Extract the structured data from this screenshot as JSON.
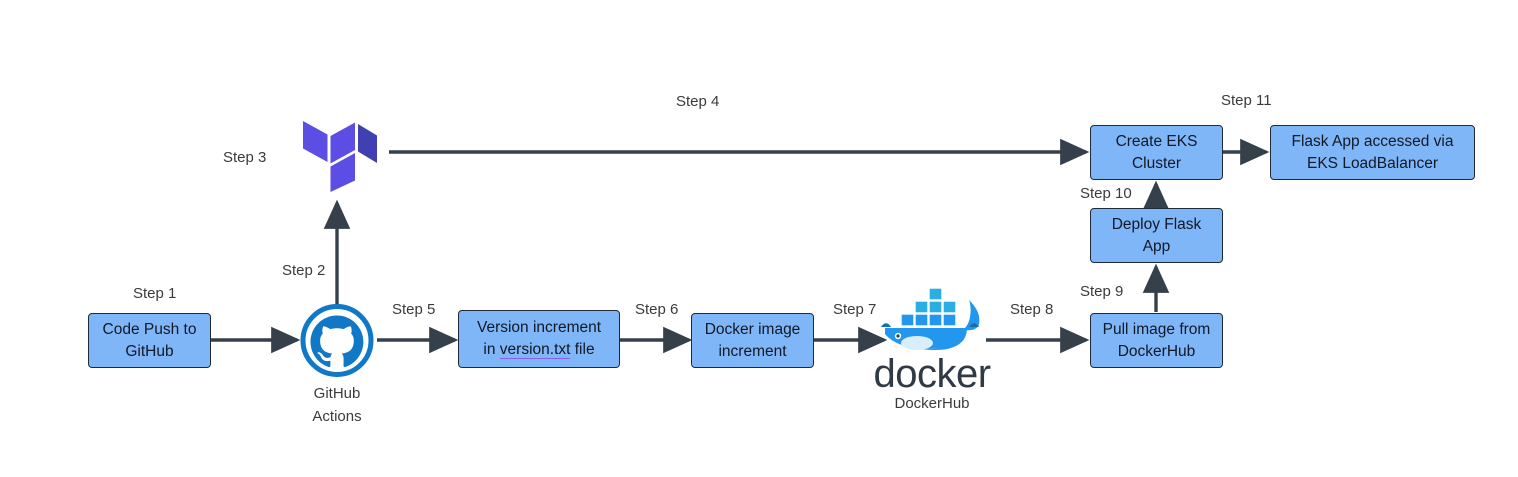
{
  "diagram": {
    "title": "CI/CD pipeline flow diagram",
    "colors": {
      "box_fill": "#7EB6F7",
      "box_border": "#1f2a37",
      "arrow": "#36404a",
      "terraform_purple_light": "#5C4EE5",
      "terraform_purple_dark": "#4040B2",
      "github_blue": "#1177C7",
      "docker_blue": "#2396ED",
      "docker_text": "#2F3A44",
      "label_text": "#3b3b3b",
      "spellcheck_underline": "#8b5cf6"
    },
    "nodes": [
      {
        "id": "code-push",
        "label": "Code Push to\nGitHub"
      },
      {
        "id": "version-inc",
        "label_line1": "Version increment",
        "label_line2_pre": "in ",
        "label_line2_mark": "version.txt",
        "label_line2_post": " file"
      },
      {
        "id": "docker-image",
        "label": "Docker image\nincrement"
      },
      {
        "id": "pull-image",
        "label": "Pull image from\nDockerHub"
      },
      {
        "id": "deploy-flask",
        "label": "Deploy Flask\nApp"
      },
      {
        "id": "create-eks",
        "label": "Create EKS\nCluster"
      },
      {
        "id": "flask-app",
        "label": "Flask App accessed via\nEKS LoadBalancer"
      }
    ],
    "steps": [
      {
        "id": "step1",
        "label": "Step 1"
      },
      {
        "id": "step2",
        "label": "Step 2"
      },
      {
        "id": "step3",
        "label": "Step 3"
      },
      {
        "id": "step4",
        "label": "Step 4"
      },
      {
        "id": "step5",
        "label": "Step 5"
      },
      {
        "id": "step6",
        "label": "Step 6"
      },
      {
        "id": "step7",
        "label": "Step 7"
      },
      {
        "id": "step8",
        "label": "Step 8"
      },
      {
        "id": "step9",
        "label": "Step 9"
      },
      {
        "id": "step10",
        "label": "Step 10"
      },
      {
        "id": "step11",
        "label": "Step 11"
      }
    ],
    "logos": {
      "terraform": {
        "name": "terraform-logo",
        "caption": ""
      },
      "github_actions": {
        "name": "github-actions-logo",
        "caption": "GitHub\nActions"
      },
      "docker": {
        "name": "docker-logo",
        "wordmark": "docker",
        "caption": "DockerHub"
      }
    }
  }
}
